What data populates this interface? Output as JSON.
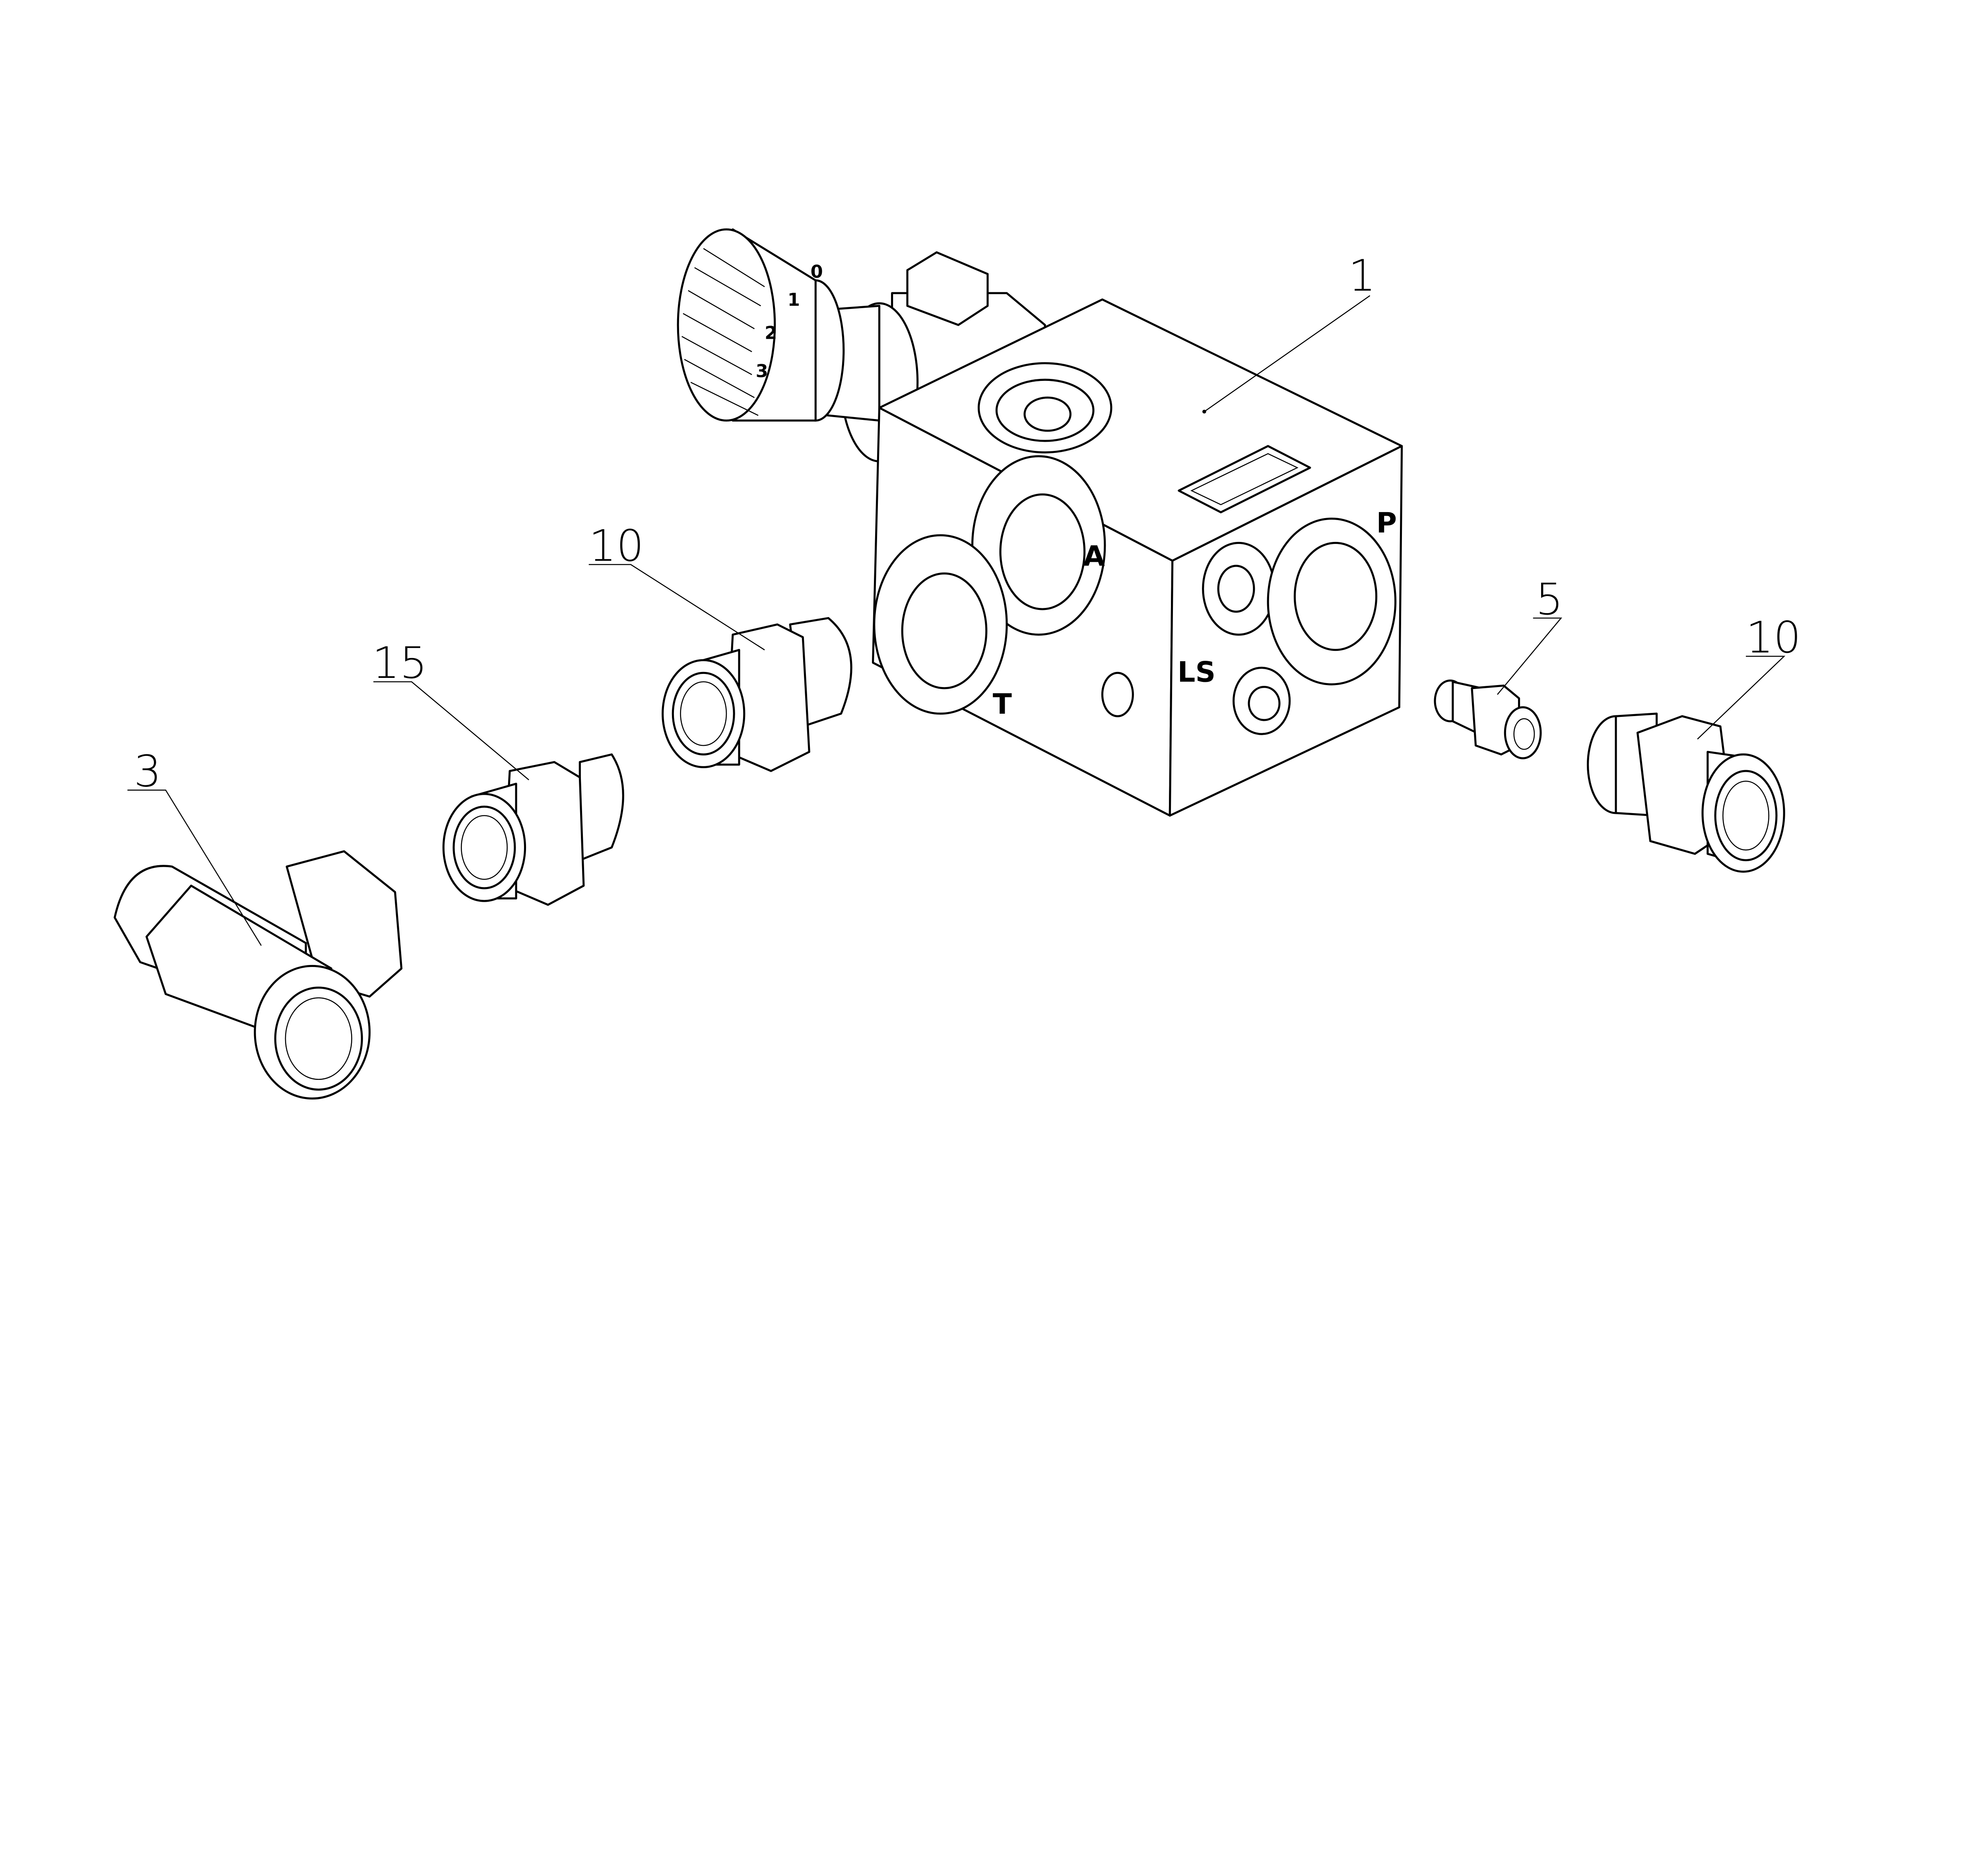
{
  "drawing": {
    "callouts": [
      {
        "label": "1",
        "part": "valve-block"
      },
      {
        "label": "10",
        "part": "straight-fitting-left"
      },
      {
        "label": "15",
        "part": "reducer-fitting"
      },
      {
        "label": "3",
        "part": "tee-fitting"
      },
      {
        "label": "5",
        "part": "small-fitting"
      },
      {
        "label": "10",
        "part": "straight-fitting-right"
      }
    ],
    "ports": {
      "a": "A",
      "t": "T",
      "p": "P",
      "ls": "LS"
    },
    "dial_numbers": [
      "0",
      "1",
      "2",
      "3"
    ],
    "colors": {
      "line": "#000000",
      "background": "#ffffff"
    }
  }
}
